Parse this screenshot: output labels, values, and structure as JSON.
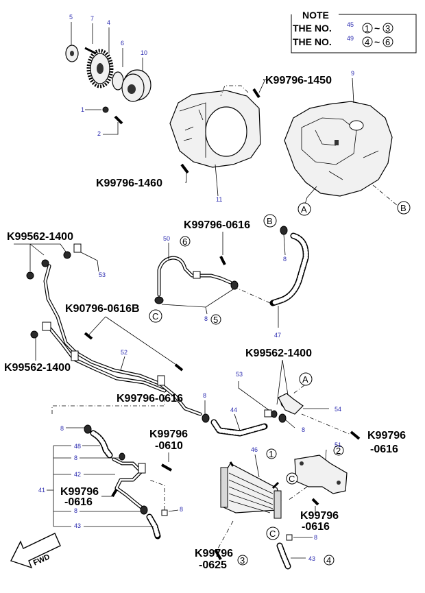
{
  "note": {
    "title": "NOTE",
    "line1": {
      "text": "THE NO.",
      "ref": "45",
      "range_start": "1",
      "tilde": "~",
      "range_end": "3"
    },
    "line2": {
      "text": "THE NO.",
      "ref": "49",
      "range_start": "4",
      "tilde": "~",
      "range_end": "6"
    }
  },
  "part_numbers": {
    "k99796_1450": "K99796-1450",
    "k99796_1460": "K99796-1460",
    "k99796_0616_top": "K99796-0616",
    "k99562_1400_top": "K99562-1400",
    "k90796_0616b": "K90796-0616B",
    "k99562_1400_left": "K99562-1400",
    "k99562_1400_right": "K99562-1400",
    "k99796_0616_mid": "K99796-0616",
    "k99796_0616_right_a": "K99796",
    "k99796_0616_right_b": "-0616",
    "k99796_0610_a": "K99796",
    "k99796_0610_b": "-0610",
    "k99796_0616_left_a": "K99796",
    "k99796_0616_left_b": "-0616",
    "k99796_0616_cooler_a": "K99796",
    "k99796_0616_cooler_b": "-0616",
    "k99796_0625_a": "K99796",
    "k99796_0625_b": "-0625"
  },
  "ref_numbers": {
    "n5": "5",
    "n7": "7",
    "n4": "4",
    "n6": "6",
    "n10": "10",
    "n1": "1",
    "n2": "2",
    "n9": "9",
    "n11": "11",
    "n50": "50",
    "n8_hose_b": "8",
    "n53_top": "53",
    "n8_c": "8",
    "n47": "47",
    "n52": "52",
    "n53_mid": "53",
    "n8_mid": "8",
    "n44": "44",
    "n54": "54",
    "n8_a": "8",
    "n8_left": "8",
    "n41": "41",
    "n48": "48",
    "n8_l1": "8",
    "n42": "42",
    "n8_l2": "8",
    "n43_left": "43",
    "n8_l3": "8",
    "n46": "46",
    "n51": "51",
    "n8_cooler": "8",
    "n43_right": "43"
  },
  "circled": {
    "a1": "A",
    "b1": "B",
    "b2": "B",
    "c1": "C",
    "a2": "A",
    "c2": "C",
    "c3": "C",
    "five": "5",
    "six": "6",
    "one": "1",
    "two": "2",
    "three": "3",
    "four": "4"
  },
  "fwd_label": "FWD"
}
